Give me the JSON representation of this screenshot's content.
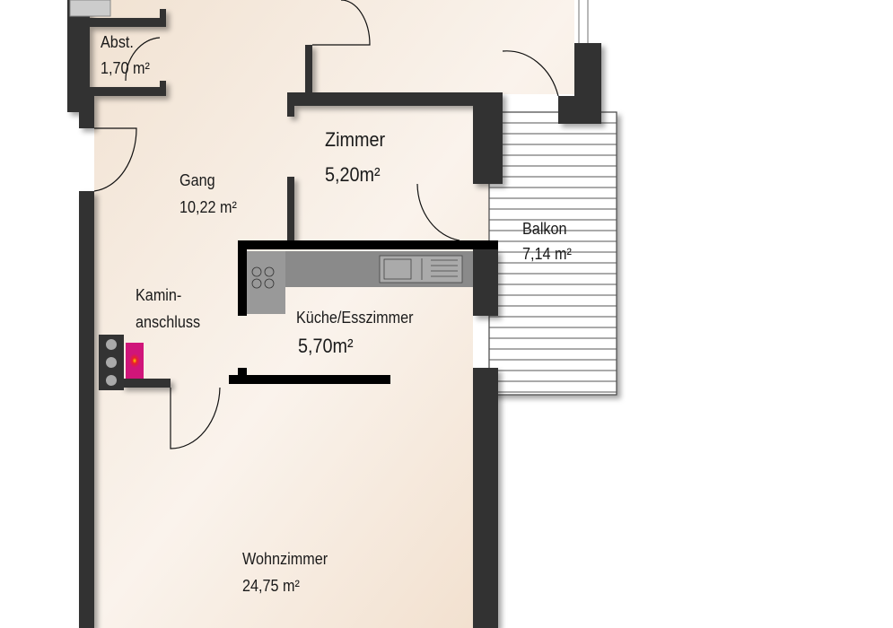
{
  "rooms": {
    "abstellraum": {
      "name": "Abst.",
      "area": "1,70 m²"
    },
    "gang": {
      "name": "Gang",
      "area": "10,22 m²"
    },
    "zimmer": {
      "name": "Zimmer",
      "area": "5,20m²"
    },
    "balkon": {
      "name": "Balkon",
      "area": "7,14 m²"
    },
    "kamin": {
      "name_line1": "Kamin-",
      "name_line2": "anschluss"
    },
    "kueche": {
      "name": "Küche/Esszimmer",
      "area": "5,70m²"
    },
    "wohnzimmer": {
      "name": "Wohnzimmer",
      "area": "24,75 m²"
    }
  },
  "colors": {
    "wall": "#333333",
    "floor": "#f4e6d8",
    "kitchen_wall": "#000000",
    "fireplace": "#d0157a"
  }
}
